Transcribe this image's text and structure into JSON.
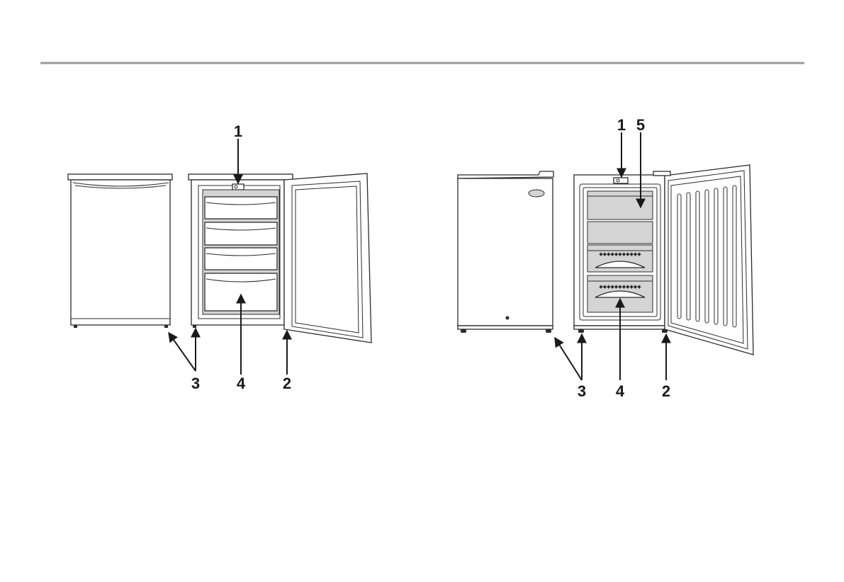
{
  "colors": {
    "rule": "#9a9a9a",
    "line": "#2b2b2b",
    "shelf_fill": "#d4d4d4",
    "background": "#ffffff"
  },
  "left_figure": {
    "labels": {
      "c1": "1",
      "c2": "2",
      "c3": "3",
      "c4": "4"
    }
  },
  "right_figure": {
    "labels": {
      "c1": "1",
      "c2": "2",
      "c3": "3",
      "c4": "4",
      "c5": "5"
    }
  }
}
